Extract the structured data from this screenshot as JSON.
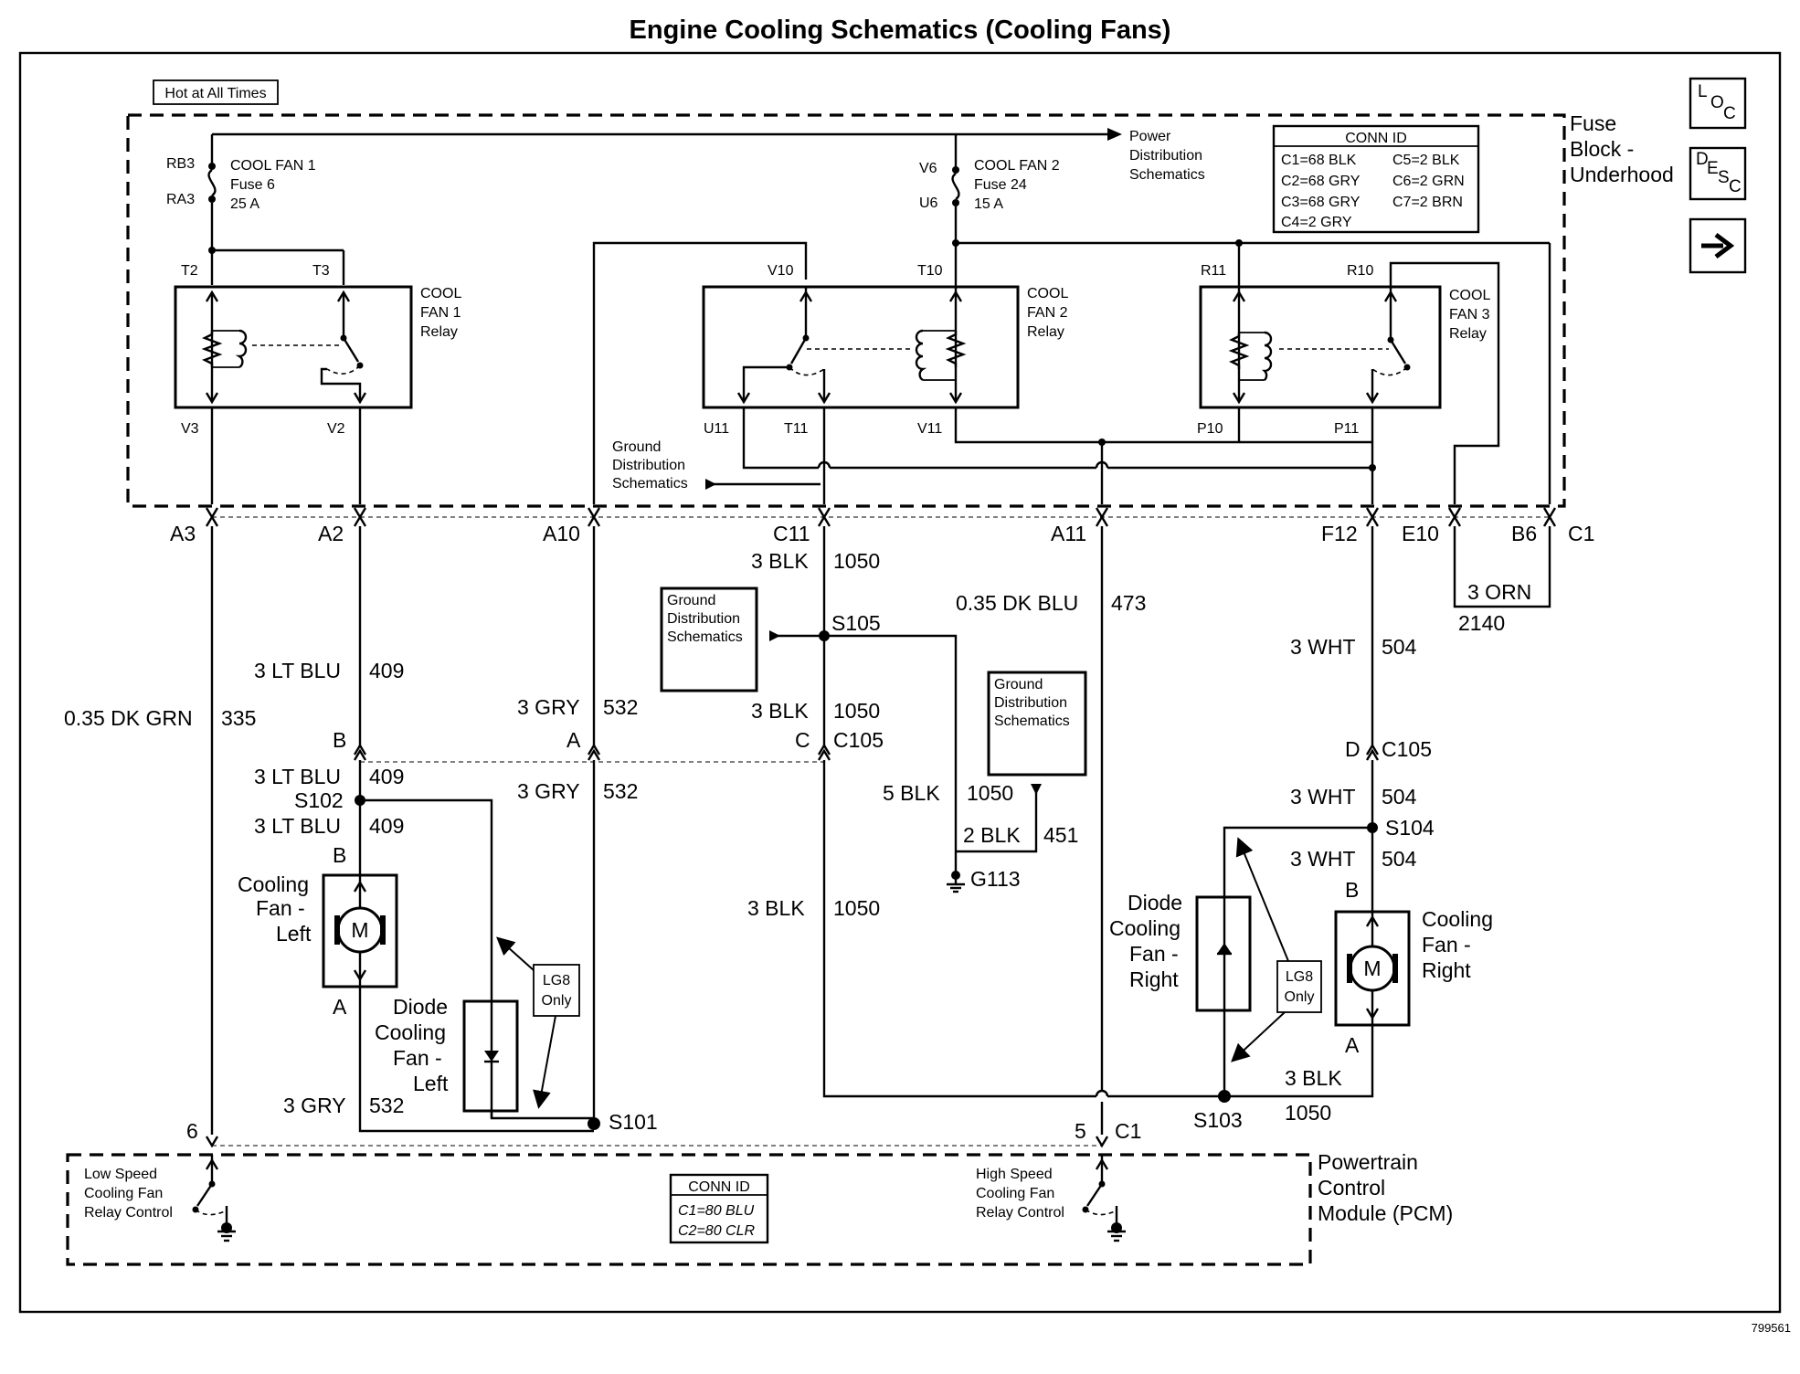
{
  "title": "Engine Cooling Schematics (Cooling Fans)",
  "image_code": "799561",
  "hot_at_all_times": "Hot at All Times",
  "fuse_block": {
    "label": [
      "Fuse",
      "Block -",
      "Underhood"
    ]
  },
  "pcm": {
    "label": [
      "Powertrain",
      "Control",
      "Module (PCM)"
    ]
  },
  "side_buttons": {
    "loc": [
      "L",
      "O",
      "C"
    ],
    "desc": [
      "D",
      "E",
      "S",
      "C"
    ],
    "next_icon": "right-arrow-icon"
  },
  "fuses": [
    {
      "top_pin": "RB3",
      "bottom_pin": "RA3",
      "lines": [
        "COOL FAN 1",
        "Fuse 6",
        "25 A"
      ]
    },
    {
      "top_pin": "V6",
      "bottom_pin": "U6",
      "lines": [
        "COOL FAN 2",
        "Fuse 24",
        "15 A"
      ]
    }
  ],
  "power_distribution": [
    "Power",
    "Distribution",
    "Schematics"
  ],
  "conn_id_top": {
    "title": "CONN ID",
    "left": [
      "C1=68 BLK",
      "C2=68 GRY",
      "C3=68 GRY",
      "C4=2 GRY"
    ],
    "right": [
      "C5=2 BLK",
      "C6=2 GRN",
      "C7=2 BRN"
    ]
  },
  "conn_id_pcm": {
    "title": "CONN ID",
    "lines": [
      "C1=80 BLU",
      "C2=80 CLR"
    ]
  },
  "relays": [
    {
      "label": [
        "COOL",
        "FAN 1",
        "Relay"
      ],
      "pins": [
        "T2",
        "T3",
        "V3",
        "V2"
      ]
    },
    {
      "label": [
        "COOL",
        "FAN 2",
        "Relay"
      ],
      "pins": [
        "V10",
        "T10",
        "U11",
        "T11",
        "V11"
      ]
    },
    {
      "label": [
        "COOL",
        "FAN 3",
        "Relay"
      ],
      "pins": [
        "R11",
        "R10",
        "P10",
        "P11"
      ]
    }
  ],
  "ground_distribution": [
    "Ground",
    "Distribution",
    "Schematics"
  ],
  "connector_pins": [
    "A3",
    "A2",
    "A10",
    "C11",
    "A11",
    "F12",
    "E10",
    "B6",
    "C1"
  ],
  "wires": {
    "w335": {
      "color": "0.35 DK GRN",
      "num": "335"
    },
    "w409": {
      "color": "3 LT BLU",
      "num": "409"
    },
    "w532": {
      "color": "3 GRY",
      "num": "532"
    },
    "w1050": {
      "color": "3 BLK",
      "num": "1050"
    },
    "w1050b": {
      "color": "5 BLK",
      "num": "1050"
    },
    "w451": {
      "color": "2 BLK",
      "num": "451"
    },
    "w473": {
      "color": "0.35 DK BLU",
      "num": "473"
    },
    "w504": {
      "color": "3 WHT",
      "num": "504"
    },
    "w2140": {
      "color": "3 ORN",
      "num": "2140"
    }
  },
  "splices": [
    "S105",
    "S102",
    "S101",
    "S104",
    "S103"
  ],
  "c105": {
    "name": "C105",
    "pins": [
      "B",
      "A",
      "C",
      "D"
    ]
  },
  "ground_g113": "G113",
  "fans": {
    "left": {
      "label": [
        "Cooling",
        "Fan -",
        "Left"
      ],
      "pins": [
        "B",
        "A"
      ],
      "motor": "M"
    },
    "right": {
      "label": [
        "Cooling",
        "Fan -",
        "Right"
      ],
      "pins": [
        "B",
        "A"
      ],
      "motor": "M"
    }
  },
  "diodes": {
    "left": [
      "Diode",
      "Cooling",
      "Fan -",
      "Left"
    ],
    "right": [
      "Diode",
      "Cooling",
      "Fan -",
      "Right"
    ]
  },
  "lg8_only": [
    "LG8",
    "Only"
  ],
  "pcm_pins": [
    "6",
    "5",
    "C1"
  ],
  "low_speed": [
    "Low Speed",
    "Cooling Fan",
    "Relay Control"
  ],
  "high_speed": [
    "High Speed",
    "Cooling Fan",
    "Relay Control"
  ]
}
